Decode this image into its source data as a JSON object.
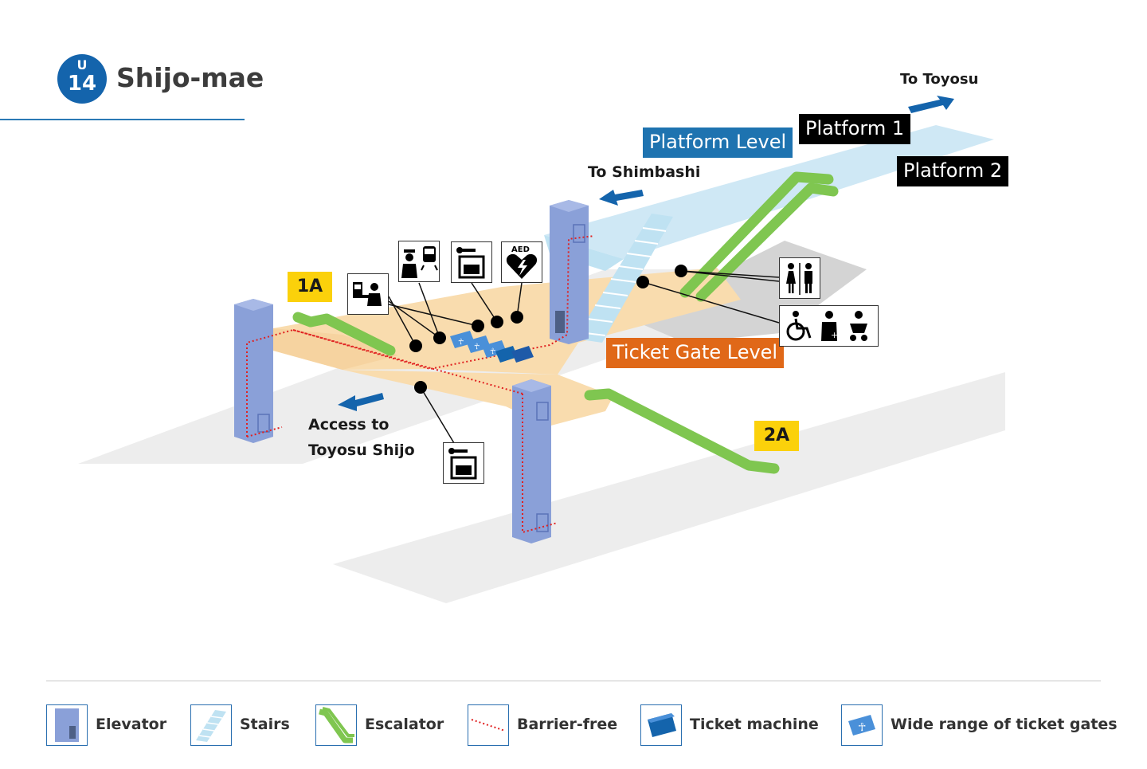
{
  "header": {
    "line_letter": "U",
    "station_number": "14",
    "station_name": "Shijo-mae",
    "badge_color": "#1464ac"
  },
  "levels": {
    "platform_level": "Platform Level",
    "ticket_gate_level": "Ticket Gate Level"
  },
  "platforms": {
    "platform_1": "Platform 1",
    "platform_2": "Platform 2"
  },
  "directions": {
    "to_toyosu": "To Toyosu",
    "to_shimbashi": "To Shimbashi",
    "access_line1": "Access to",
    "access_line2": "Toyosu Shijo"
  },
  "exits": {
    "exit_1a": "1A",
    "exit_2a": "2A"
  },
  "facility_icons": [
    "ticket-office-icon",
    "station-staff-icon",
    "coin-locker-icon",
    "aed-icon",
    "restroom-icon",
    "accessible-facilities-icon",
    "coin-locker-icon"
  ],
  "aed_text": "AED",
  "legend": {
    "elevator": "Elevator",
    "stairs": "Stairs",
    "escalator": "Escalator",
    "barrier_free": "Barrier-free",
    "ticket_machine": "Ticket machine",
    "wide_gates": "Wide range of ticket gates"
  },
  "colors": {
    "elevator": "#8aa0d8",
    "stairs": "#bfe2f2",
    "escalator": "#7fc650",
    "barrier_free": "#e02020",
    "ticket_machine": "#1464ac",
    "ticket_gate_floor": "#f9dcae",
    "platform_floor": "#cfe8f5",
    "exit_label": "#fbd10b",
    "platform_level_tag": "#1e73b0",
    "ticket_level_tag": "#e06818"
  }
}
